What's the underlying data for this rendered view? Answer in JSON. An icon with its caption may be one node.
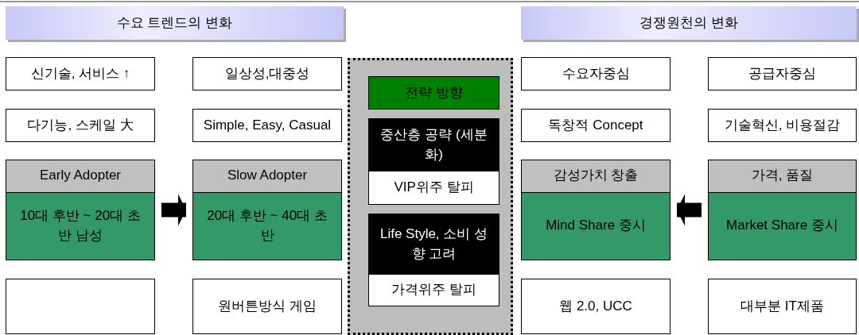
{
  "diagram": {
    "nodes": [
      {
        "text": [
          "수요 트렌드의 변화"
        ]
      },
      {
        "text": [
          "경쟁원천의 변화"
        ]
      },
      {
        "text": [
          "신기술, 서비스 ↑"
        ]
      },
      {
        "text": [
          "일상성,대중성"
        ]
      },
      {
        "text": [],
        "shape": "box"
      },
      {
        "text": [
          "전략 방향"
        ],
        "in": 4
      },
      {
        "text": [
          "중산층 공략 (세분화)",
          "VIP위주 탈피"
        ],
        "in": 4
      },
      {
        "text": [
          "Life Style, 소비 성향 고려",
          "가격위주 탈피"
        ],
        "in": 4
      },
      {
        "text": [
          "수요자중심"
        ]
      },
      {
        "text": [
          "공급자중심"
        ]
      },
      {
        "text": [
          "다기능, 스케일 大"
        ]
      },
      {
        "text": [
          "Simple, Easy, Casual"
        ]
      },
      {
        "text": [
          "독창적 Concept"
        ]
      },
      {
        "text": [
          "기술혁신, 비용절감"
        ]
      },
      {
        "text": [
          "Early Adopter",
          "10대 후반 ~ 20대 초반 남성"
        ]
      },
      {
        "text": [
          "Slow Adopter",
          "20대 후반 ~ 40대 초반"
        ]
      },
      {
        "text": [
          "감성가치 창출",
          "Mind Share 중시"
        ]
      },
      {
        "text": [
          "가격, 품질",
          "Market Share 중시"
        ]
      },
      {
        "text": [],
        "shape": "box"
      },
      {
        "text": [
          "원버튼방식 게임"
        ]
      },
      {
        "text": [
          "웹 2.0, UCC"
        ]
      },
      {
        "text": [
          "대부분 IT제품"
        ]
      }
    ],
    "edges": [
      {
        "from": 14,
        "to": 15,
        "arrow": "to"
      },
      {
        "from": 17,
        "to": 16,
        "arrow": "to"
      }
    ]
  }
}
